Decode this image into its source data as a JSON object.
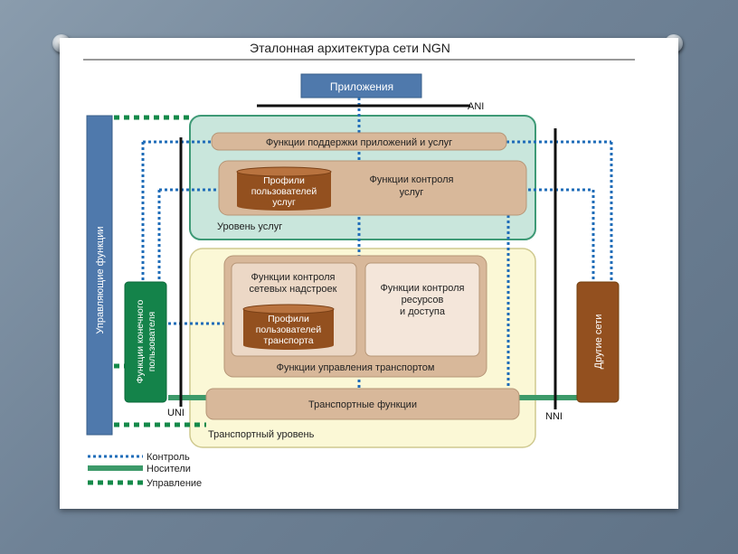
{
  "slide": {
    "title": "Эталонная архитектура сети NGN"
  },
  "diagram": {
    "applications": "Приложения",
    "ani": "ANI",
    "management_functions": "Управляющие функции",
    "app_support_functions": "Функции поддержки приложений и услуг",
    "service_control_functions_line1": "Функции контроля",
    "service_control_functions_line2": "услуг",
    "service_user_profiles_line1": "Профили",
    "service_user_profiles_line2": "пользователей",
    "service_user_profiles_line3": "услуг",
    "service_stratum": "Уровень услуг",
    "network_attachment_control_line1": "Функции контроля",
    "network_attachment_control_line2": "сетевых надстроек",
    "transport_user_profiles_line1": "Профили",
    "transport_user_profiles_line2": "пользователей",
    "transport_user_profiles_line3": "транспорта",
    "resource_admission_control_line1": "Функции контроля",
    "resource_admission_control_line2": "ресурсов",
    "resource_admission_control_line3": "и доступа",
    "transport_control_functions": "Функции управления транспортом",
    "transport_functions": "Транспортные функции",
    "transport_stratum": "Транспортный уровень",
    "end_user_functions_line1": "Функции конечного",
    "end_user_functions_line2": "пользователя",
    "other_networks": "Другие сети",
    "uni": "UNI",
    "nni": "NNI"
  },
  "legend": {
    "control": "Контроль",
    "media": "Носители",
    "management": "Управление"
  },
  "colors": {
    "blue_box": "#4f79ac",
    "tan": "#d8b89a",
    "brown": "#93501f",
    "green_box": "#14834a",
    "service_bg": "#c9e6dc",
    "transport_bg": "#fbf8d6",
    "control_line": "#1f6cb8",
    "management_line": "#148a4a"
  }
}
